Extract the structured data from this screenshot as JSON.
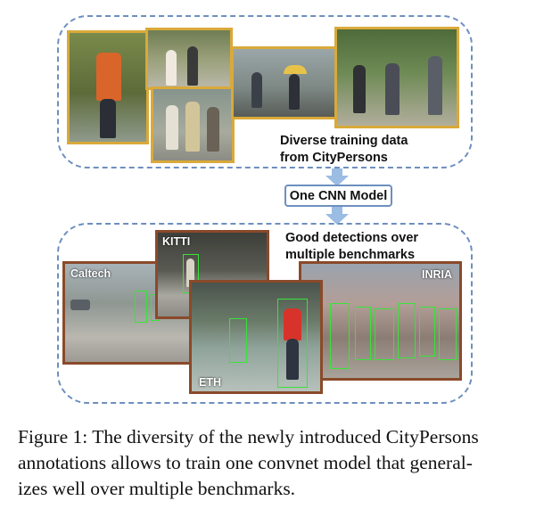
{
  "figure": {
    "top_group": {
      "label_line1": "Diverse training data",
      "label_line2": "from CityPersons"
    },
    "model_label": "One CNN Model",
    "bottom_group": {
      "label_line1": "Good detections over",
      "label_line2": "multiple benchmarks",
      "benchmarks": [
        "Caltech",
        "KITTI",
        "ETH",
        "INRIA"
      ]
    },
    "colors": {
      "dashed_border": "#6d8fbf",
      "arrow": "#9bbce3",
      "training_frame": "#d9a93a",
      "benchmark_frame": "#8a4a2a",
      "detection_box": "#39e33a"
    }
  },
  "caption": {
    "line1": "Figure 1: The diversity of the newly introduced CityPersons",
    "line2": "annotations allows to train one convnet model that general-",
    "line3": "izes well over multiple benchmarks."
  }
}
